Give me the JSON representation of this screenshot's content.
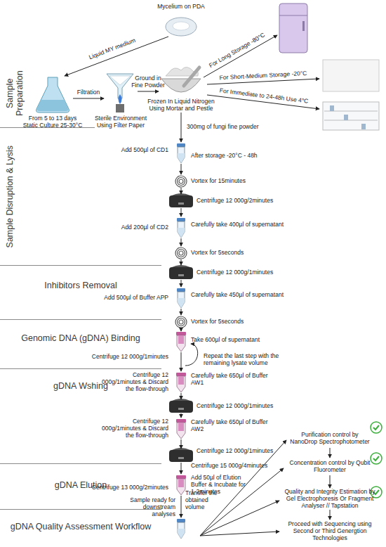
{
  "diagram": {
    "nodes": [
      {
        "text": [
          "Sample Preparation"
        ]
      },
      {
        "text": [
          "Sample Disruption & Lysis"
        ]
      },
      {
        "text": [
          "Inhibitors Removal"
        ]
      },
      {
        "text": [
          "Genomic DNA (gDNA) Binding"
        ]
      },
      {
        "text": [
          "gDNA Wshing"
        ]
      },
      {
        "text": [
          "gDNA Elution"
        ]
      },
      {
        "text": [
          "gDNA Quality Assessment Workflow"
        ]
      }
    ],
    "labels": [
      "Mycelium on PDA",
      "Liquid MY medium",
      "From 5 to 13 days Static Culture 25-30°C",
      "Filtration",
      "Sterile Environment Using Filter Paper",
      "Ground in Fine Powder",
      "Frozen In Liquid Nitrogen Using Mortar and Pestle",
      "For Long Storage -80°C",
      "For Short-Medium Storage -20°C",
      "For Immediate to 24-48h Use 4°C",
      "300mg of fungi fine powder",
      "Add 500µl of CD1",
      "After storage -20°C - 48h",
      "Vortex for 15minutes",
      "Centrifuge 12 000g/2minutes",
      "Add 200µl of CD2",
      "Carefully take 400µl of supernatant",
      "Vortex for 5seconds",
      "Centrifuge 12 000g/1minutes",
      "Add 500µl of Buffer APP",
      "Carefully take 450µl of supernatant",
      "Vortex for 5seconds",
      "Centrifuge 12 000g/1minutes",
      "Take 600µl of supernatant",
      "Repeat the last step with the remaining lysate volume",
      "Centrifuge 12 000g/1minutes & Discard the flow-through",
      "Carefully take 650µl of Buffer AW1",
      "Centrifuge 12 000g/1minutes",
      "Centrifuge 12 000g/1minutes & Discard the flow-through",
      "Carefully take 650µl of Buffer AW2",
      "Centrifuge 12 000g/1minutes",
      "Centrifuge 15 000g/4minutes",
      "Add 50µl of Elution Buffer & Incubate for 1-2minutes",
      "Centrifuge 13 000g/2minutes",
      "Sample ready for downstream analyses",
      "Transfer the obtained volume",
      "Purification control by NanoDrop Spectrophotometer",
      "Concentration control by Qubit Fluorometer",
      "Quality and Integrity Estimation by Gel Electrophoresis Or Fragment Analyser // Tapstation",
      "Proceed with Sequencing using Second or Third Genergtion Technologies"
    ]
  }
}
